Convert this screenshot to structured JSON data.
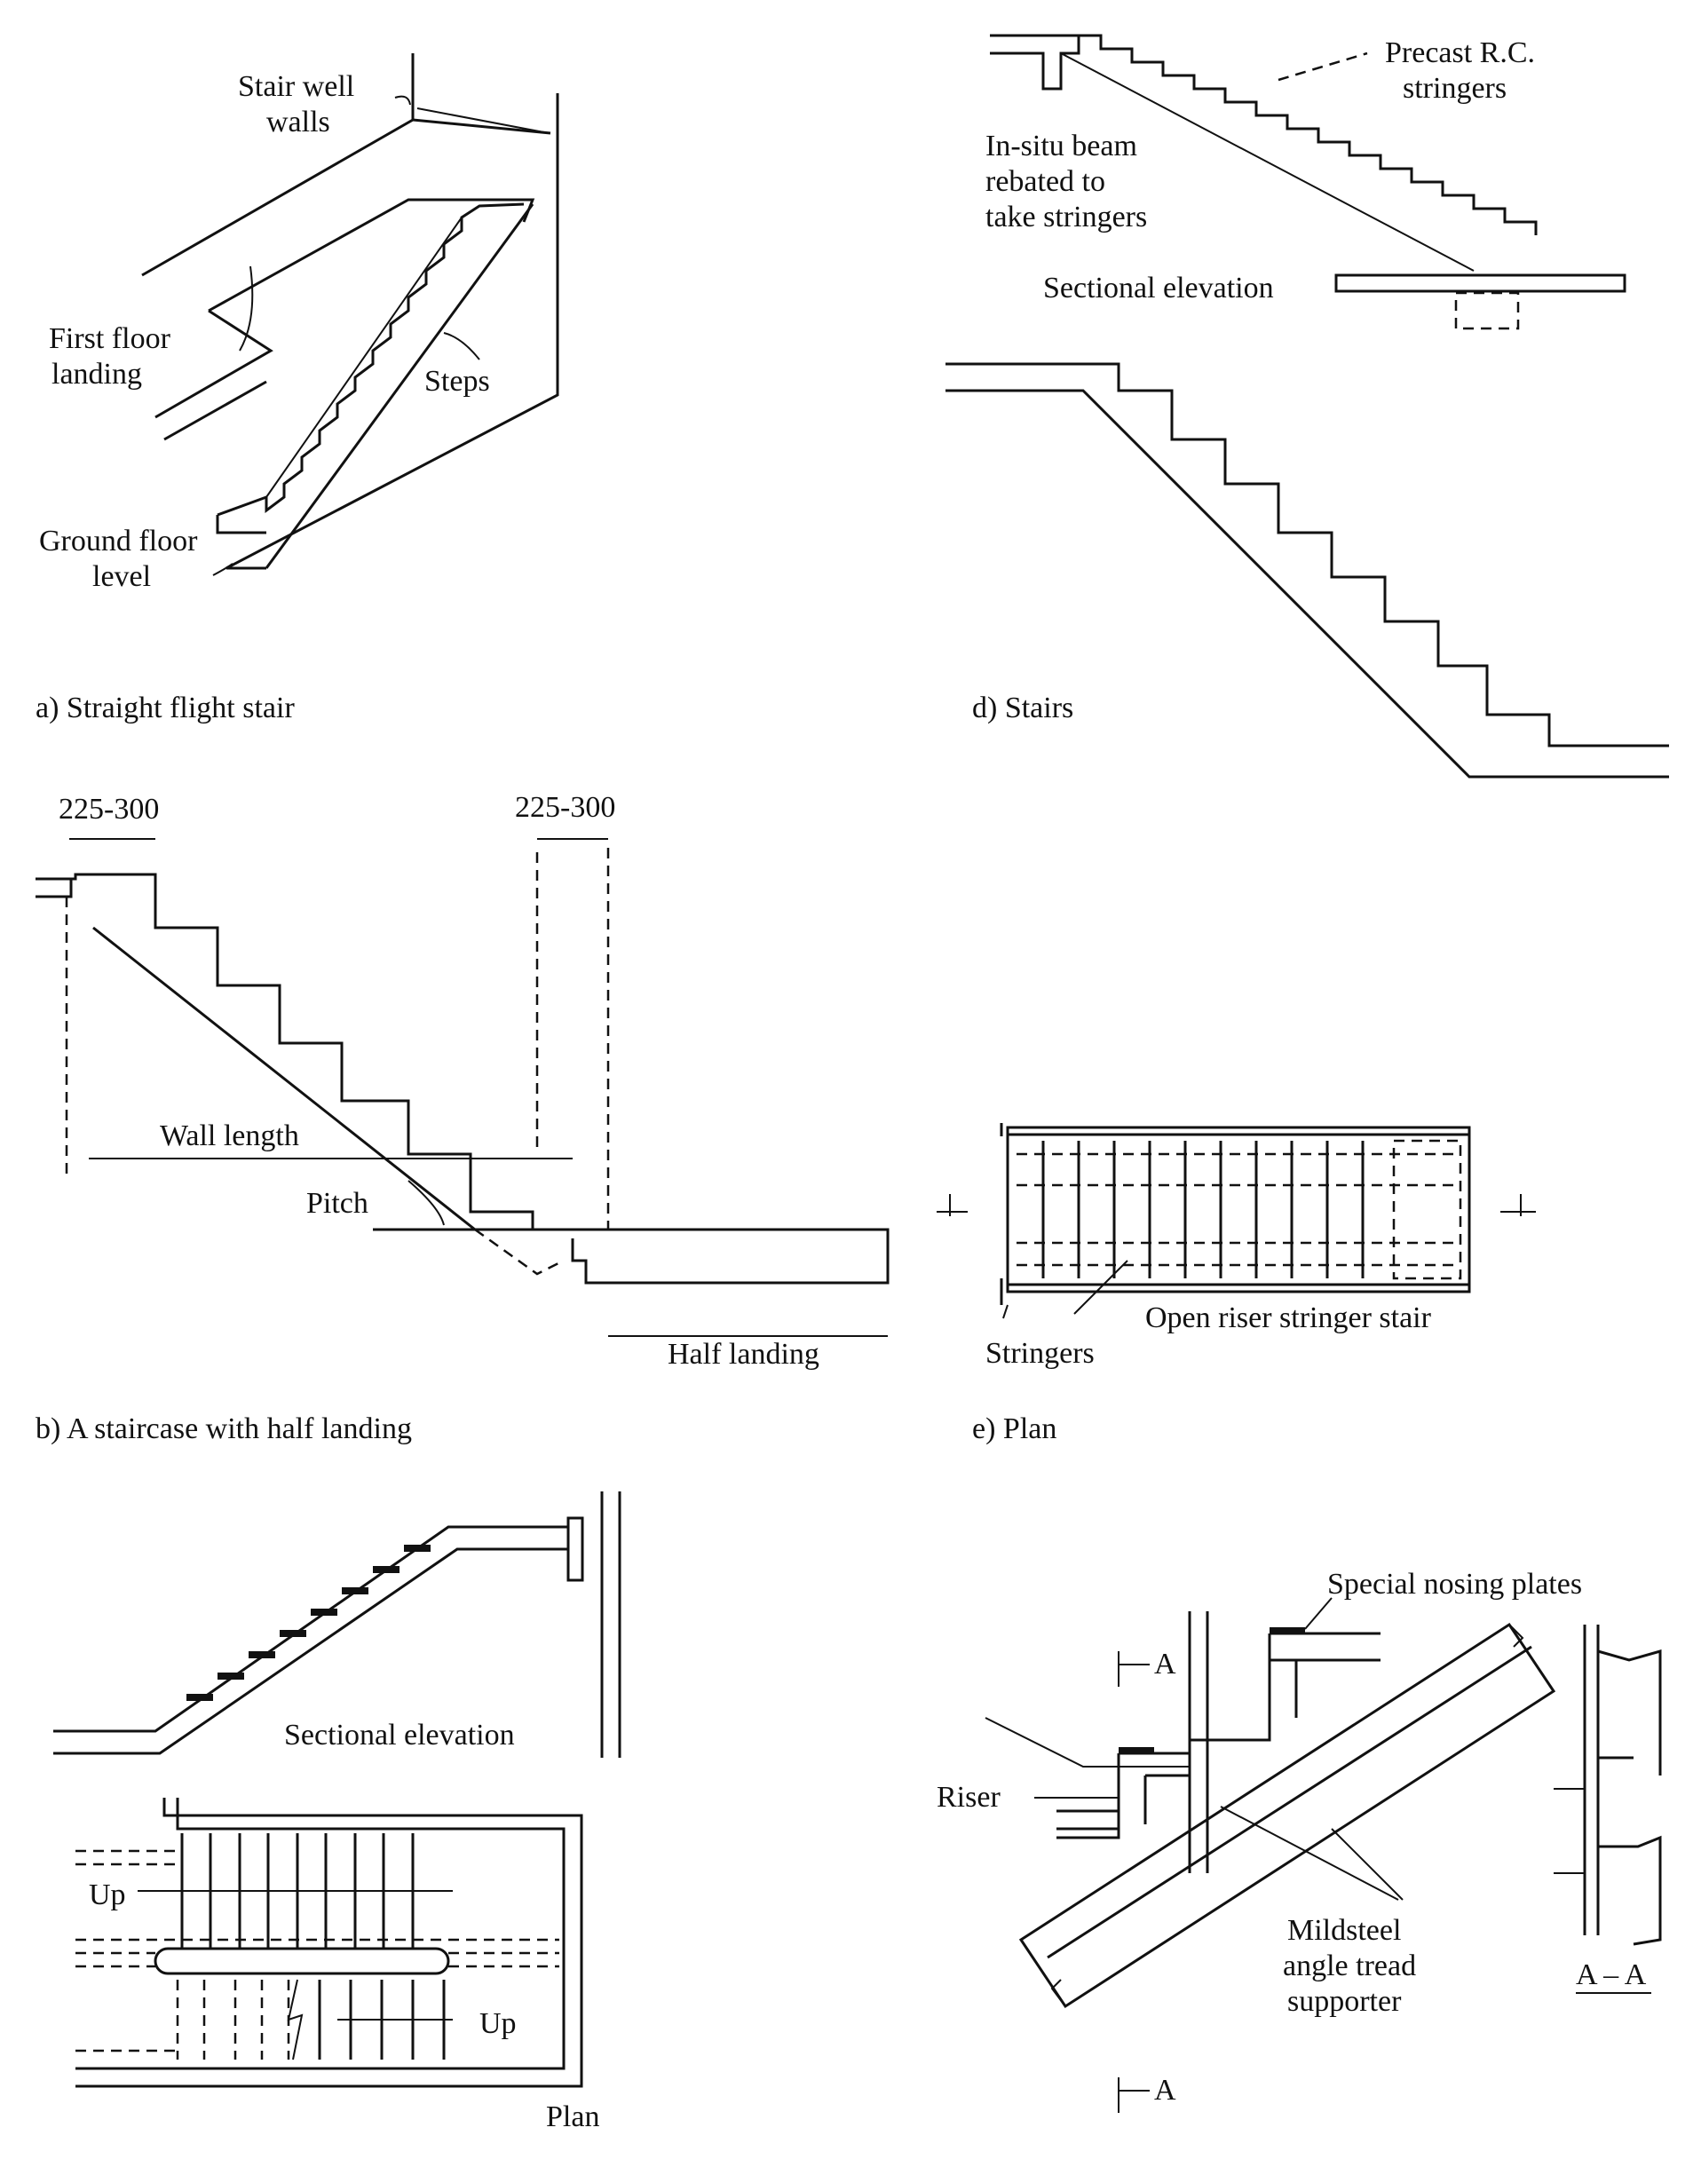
{
  "panels": {
    "a": {
      "caption": "a) Straight flight stair",
      "labels": {
        "stair_well_walls_1": "Stair well",
        "stair_well_walls_2": "walls",
        "first_floor_landing_1": "First floor",
        "first_floor_landing_2": "landing",
        "steps": "Steps",
        "ground_floor_level_1": "Ground floor",
        "ground_floor_level_2": "level"
      }
    },
    "b": {
      "caption": "b) A staircase with half landing",
      "labels": {
        "dim_left": "225-300",
        "dim_right": "225-300",
        "wall_length": "Wall length",
        "pitch": "Pitch",
        "half_landing": "Half landing"
      }
    },
    "c": {
      "labels": {
        "sectional_elevation": "Sectional elevation",
        "up_1": "Up",
        "up_2": "Up",
        "plan": "Plan"
      }
    },
    "d": {
      "caption": "d) Stairs",
      "labels": {
        "precast_1": "Precast R.C.",
        "precast_2": "stringers",
        "insitu_1": "In-situ beam",
        "insitu_2": "rebated to",
        "insitu_3": "take stringers",
        "sectional_elevation": "Sectional elevation"
      }
    },
    "e": {
      "caption": "e) Plan",
      "labels": {
        "open_riser": "Open riser stringer stair",
        "stringers": "Stringers"
      }
    },
    "f": {
      "labels": {
        "special_nosing": "Special nosing plates",
        "riser": "Riser",
        "mildsteel_1": "Mildsteel",
        "mildsteel_2": "angle tread",
        "mildsteel_3": "supporter",
        "section_a_top": "A",
        "section_a_bottom": "A",
        "section_aa": "A – A"
      }
    }
  }
}
